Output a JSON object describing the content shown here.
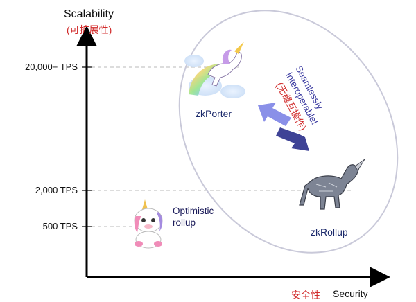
{
  "axes": {
    "y_label": "Scalability",
    "y_label_zh": "(可扩展性)",
    "x_label": "Security",
    "x_label_zh": "安全性"
  },
  "ticks": [
    "20,000+ TPS",
    "2,000 TPS",
    "500 TPS"
  ],
  "nodes": {
    "zkporter": "zkPorter",
    "zkrollup": "zkRollup",
    "optimistic_line1": "Optimistic",
    "optimistic_line2": "rollup"
  },
  "interop": {
    "line1": "Seamlessly",
    "line2": "interoperable!",
    "line_zh": "(无缝互操作)"
  },
  "icons": [
    "unicorn-rainbow-icon",
    "robot-unicorn-icon",
    "plush-unicorn-icon",
    "double-arrow-icon"
  ],
  "colors": {
    "chinese_text": "#d12a2a",
    "interop_text": "#3a3aa0",
    "ellipse_stroke": "#c9c9d9",
    "arrow_light": "#8a90e8",
    "arrow_dark": "#3f4396"
  }
}
